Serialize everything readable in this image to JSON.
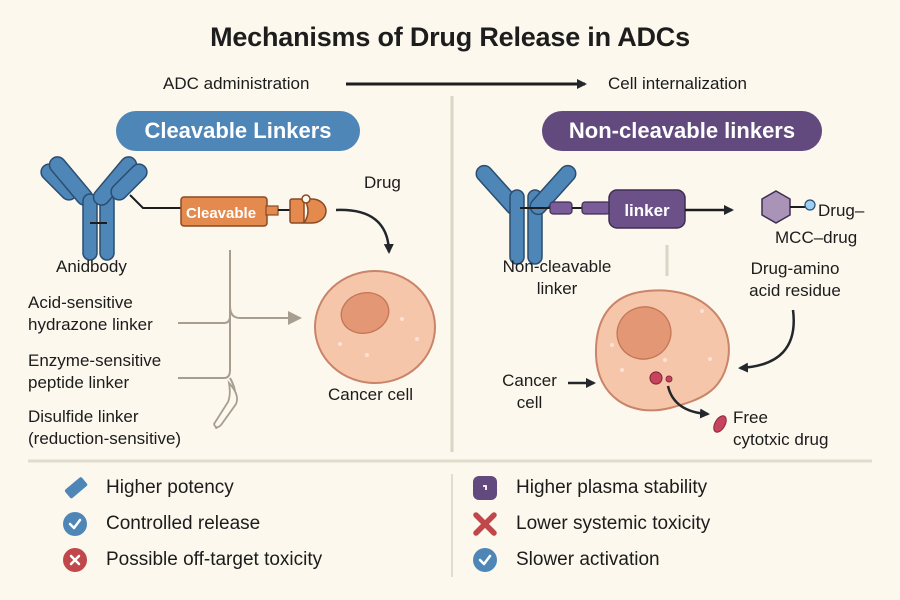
{
  "title": "Mechanisms of Drug Release in ADCs",
  "flow": {
    "start": "ADC administration",
    "end": "Cell internalization"
  },
  "cleavable": {
    "heading": "Cleavable Linkers",
    "antibody_label": "Anidbody",
    "linker_label": "Cleavable",
    "drug_label": "Drug",
    "linker_types": [
      "Acid-sensitive\nhydrazone linker",
      "Enzyme-sensitive\npeptide linker",
      "Disulfide linker\n(reduction-sensitive)"
    ],
    "cell_label": "Cancer cell"
  },
  "noncleavable": {
    "heading": "Non-cleavable linkers",
    "antibody_label": "Non-cleavable\nlinker",
    "linker_label": "linker",
    "product_label_1": "Drug–",
    "product_label_2": "MCC–drug",
    "residue_label": "Drug-amino\nacid residue",
    "cell_label": "Cancer\ncell",
    "free_drug_label": "Free\ncytotxic drug"
  },
  "legend": {
    "cleavable": [
      {
        "icon": "tag-icon",
        "label": "Higher potency"
      },
      {
        "icon": "check-circle-icon",
        "label": "Controlled release"
      },
      {
        "icon": "x-circle-icon",
        "label": "Possible off-target toxicity"
      }
    ],
    "noncleavable": [
      {
        "icon": "square-badge-icon",
        "label": "Higher plasma stability"
      },
      {
        "icon": "x-mark-icon",
        "label": "Lower systemic toxicity"
      },
      {
        "icon": "check-circle-icon",
        "label": "Slower activation"
      }
    ]
  },
  "colors": {
    "background": "#fcf8ee",
    "cleavable_accent": "#4f86b8",
    "noncleavable_accent": "#634a7e",
    "cleavable_linker": "#e58a4e",
    "cell_fill": "#f6c6aa",
    "cell_nucleus": "#e39774",
    "drug_red": "#c8445e",
    "negative_red": "#c0474a"
  }
}
